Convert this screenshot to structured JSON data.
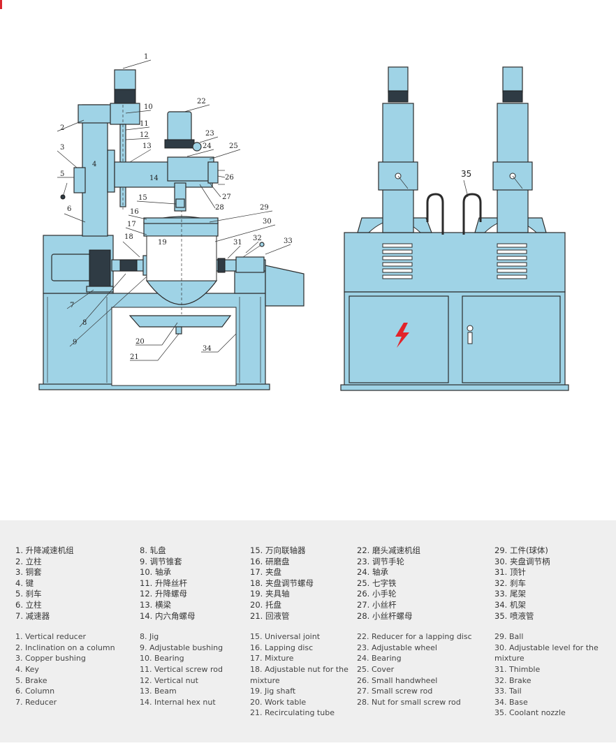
{
  "callouts": [
    "1",
    "2",
    "3",
    "4",
    "5",
    "6",
    "7",
    "8",
    "9",
    "10",
    "11",
    "12",
    "13",
    "14",
    "15",
    "16",
    "17",
    "18",
    "19",
    "20",
    "21",
    "22",
    "23",
    "24",
    "25",
    "26",
    "27",
    "28",
    "29",
    "30",
    "31",
    "32",
    "33",
    "34",
    "35"
  ],
  "colors": {
    "machine_fill": "#9fd3e6",
    "machine_stroke": "#2b2b2b",
    "panel_bg": "#efefef",
    "hazard": "#e2232a"
  },
  "legend": {
    "columns": [
      {
        "cn": [
          "1. 升降减速机组",
          "2. 立柱",
          "3. 铜套",
          "4. 键",
          "5. 刹车",
          "6. 立柱",
          "7. 减速器"
        ],
        "en": [
          "1. Vertical reducer",
          "2. Inclination on a column",
          "3. Copper bushing",
          "4. Key",
          "5. Brake",
          "6. Column",
          "7. Reducer"
        ]
      },
      {
        "cn": [
          "8. 轧盘",
          "9. 调节锥套",
          "10. 轴承",
          "11. 升降丝杆",
          "12. 升降螺母",
          "13. 横梁",
          "14. 内六角螺母"
        ],
        "en": [
          "8. Jig",
          "9. Adjustable bushing",
          "10. Bearing",
          "11. Vertical screw rod",
          "12. Vertical nut",
          "13. Beam",
          "14. Internal hex nut"
        ]
      },
      {
        "cn": [
          "15. 万向联轴器",
          "16. 研磨盘",
          "17. 夹盘",
          "18. 夹盘调节螺母",
          "19. 夹具轴",
          "20. 托盘",
          "21. 回液管"
        ],
        "en": [
          "15. Universal joint",
          "16. Lapping disc",
          "17. Mixture",
          "18. Adjustable nut for the mixture",
          "19. Jig shaft",
          "20. Work table",
          "21. Recirculating tube"
        ]
      },
      {
        "cn": [
          "22. 磨头减速机组",
          "23. 调节手轮",
          "24. 轴承",
          "25. 七字铁",
          "26. 小手轮",
          "27. 小丝杆",
          "28. 小丝杆螺母"
        ],
        "en": [
          "22. Reducer for a lapping disc",
          "23. Adjustable wheel",
          "24. Bearing",
          "25. Cover",
          "26. Small handwheel",
          "27. Small screw rod",
          "28. Nut for small screw rod"
        ]
      },
      {
        "cn": [
          "29. 工件(球体)",
          "30. 夹盘调节柄",
          "31. 顶针",
          "32. 刹车",
          "33. 尾架",
          "34. 机架",
          "35. 喷液管"
        ],
        "en": [
          "29. Ball",
          "30. Adjustable level for the mixture",
          "31. Thimble",
          "32. Brake",
          "33. Tail",
          "34. Base",
          "35. Coolant nozzle"
        ]
      }
    ]
  }
}
